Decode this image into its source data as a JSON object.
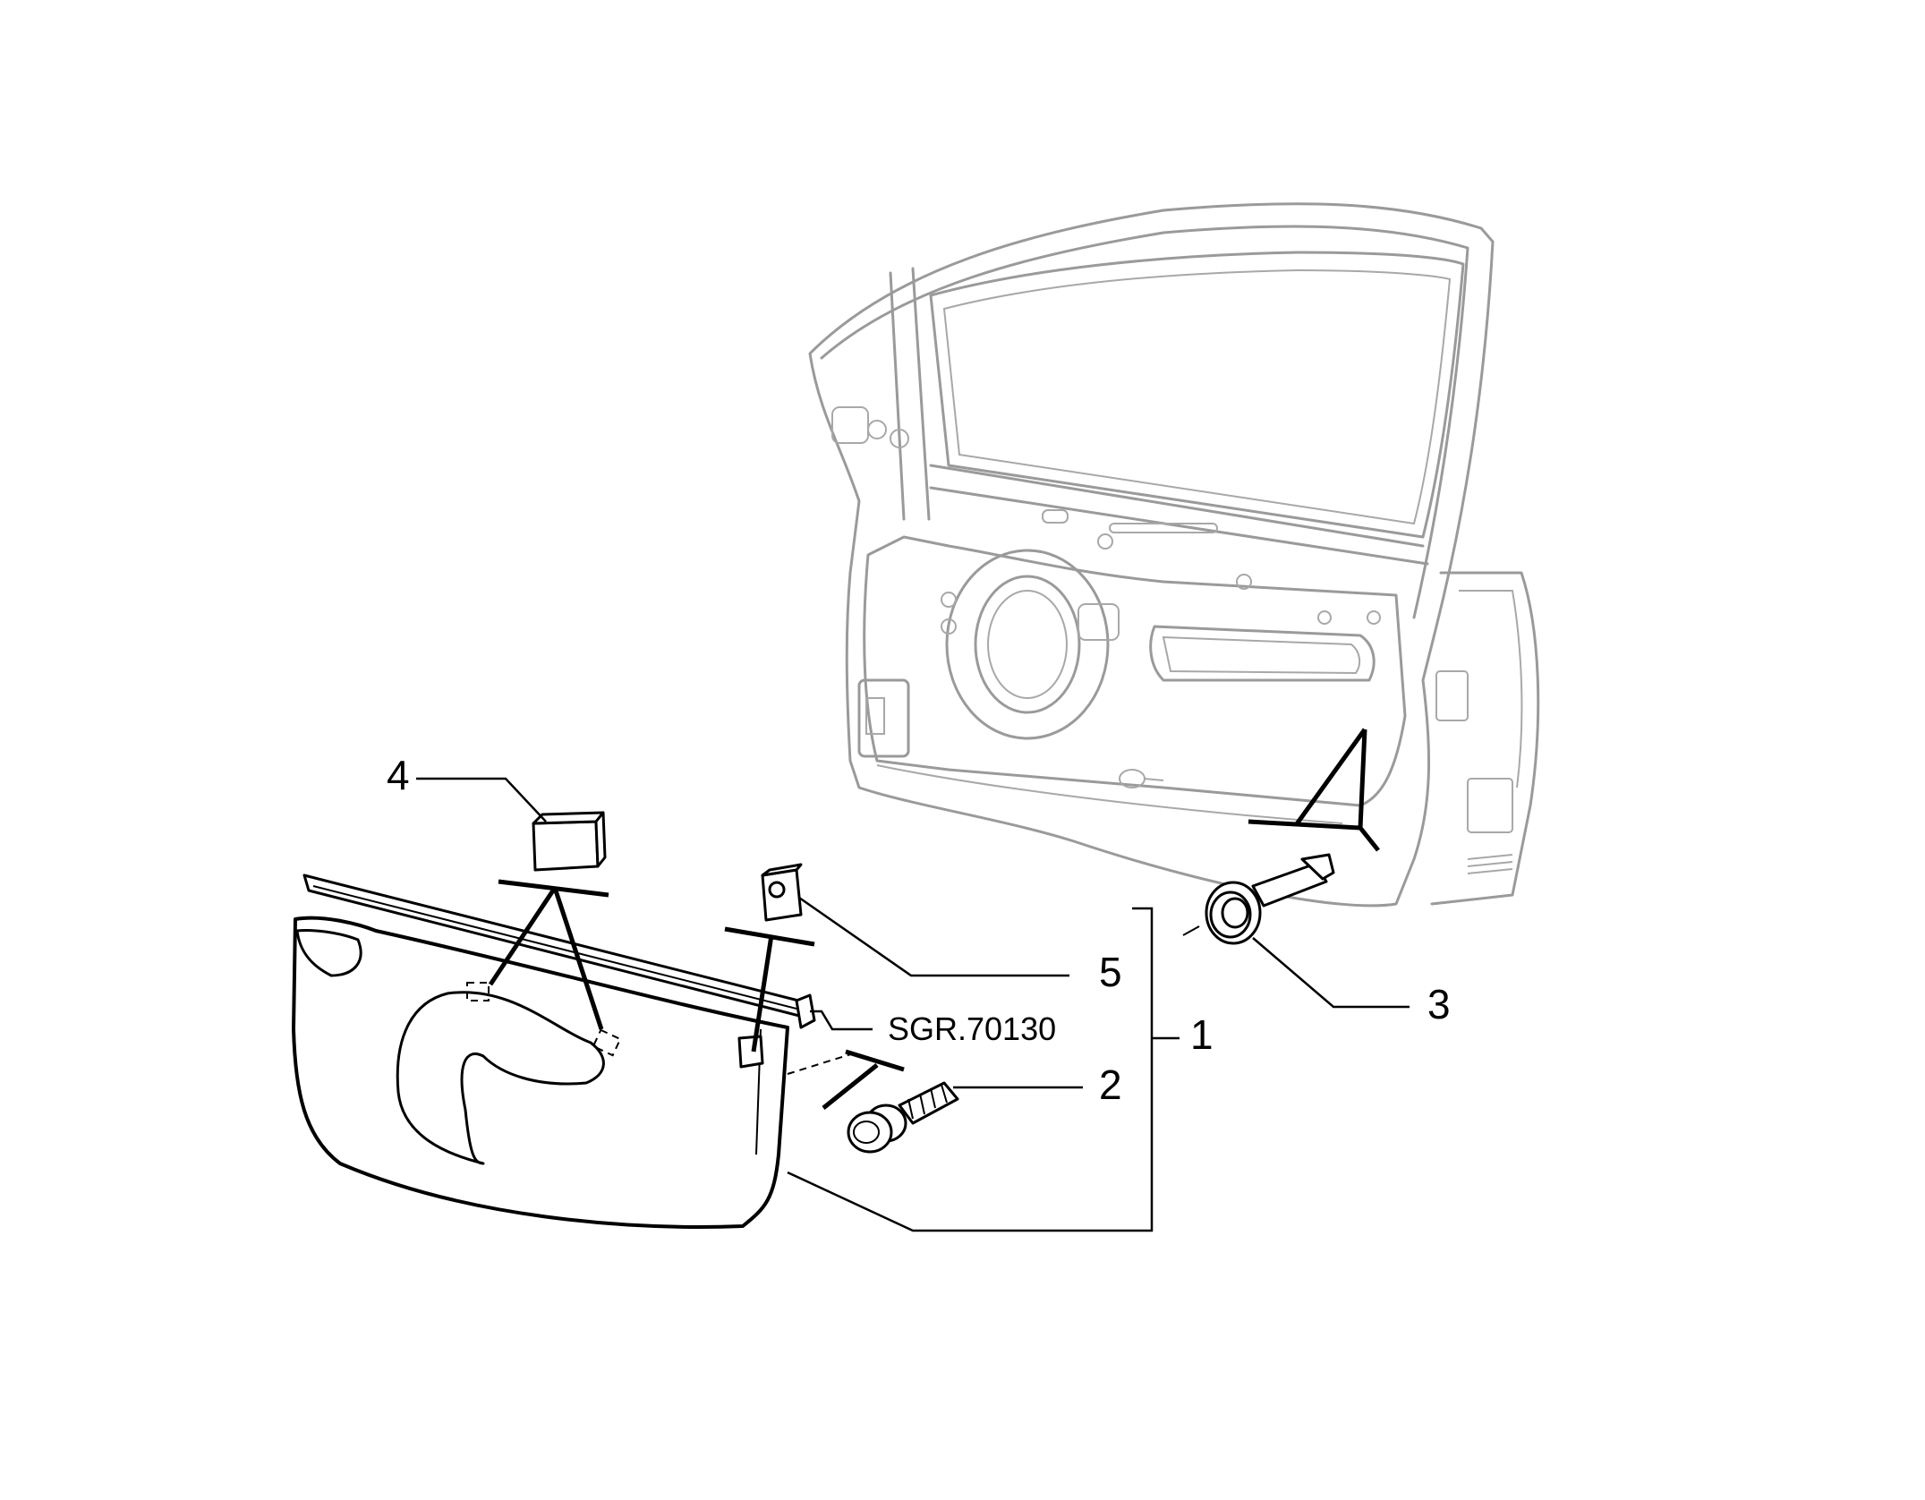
{
  "callouts": {
    "item1": "1",
    "item2": "2",
    "item3": "3",
    "item4": "4",
    "item5": "5",
    "reference": "SGR.70130"
  },
  "colors": {
    "outline": "#000000",
    "door_frame": "#9a9a9a",
    "background": "#ffffff"
  }
}
